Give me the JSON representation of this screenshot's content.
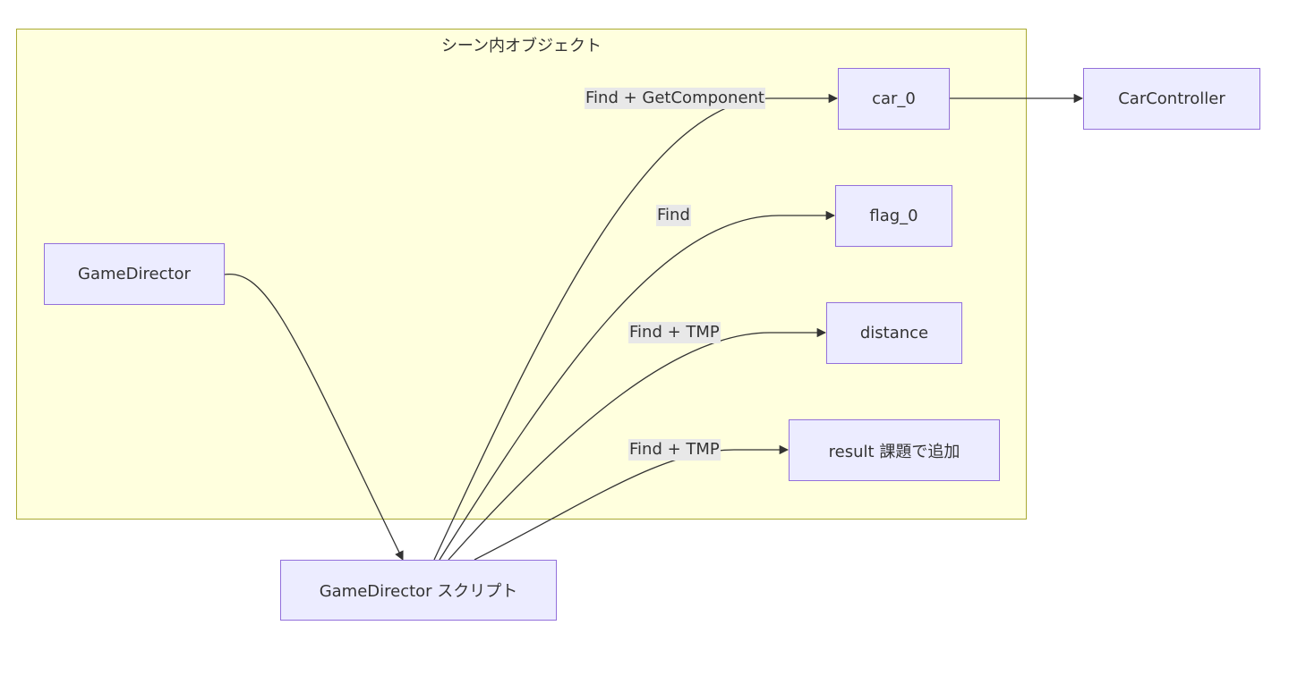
{
  "cluster": {
    "title": "シーン内オブジェクト"
  },
  "nodes": {
    "game_director": "GameDirector",
    "car_0": "car_0",
    "flag_0": "flag_0",
    "distance": "distance",
    "result": "result 課題で追加",
    "car_controller": "CarController",
    "script": "GameDirector スクリプト"
  },
  "edges": [
    {
      "from": "GameDirector",
      "to": "GameDirector スクリプト",
      "label": ""
    },
    {
      "from": "GameDirector スクリプト",
      "to": "car_0",
      "label": "Find + GetComponent"
    },
    {
      "from": "GameDirector スクリプト",
      "to": "flag_0",
      "label": "Find"
    },
    {
      "from": "GameDirector スクリプト",
      "to": "distance",
      "label": "Find + TMP"
    },
    {
      "from": "GameDirector スクリプト",
      "to": "result 課題で追加",
      "label": "Find + TMP"
    },
    {
      "from": "car_0",
      "to": "CarController",
      "label": ""
    }
  ],
  "colors": {
    "node_fill": "#ececff",
    "node_border": "#9370db",
    "cluster_fill": "#ffffde",
    "cluster_border": "#aaaa33",
    "edge": "#333333",
    "label_bg": "#e8e8e8"
  }
}
